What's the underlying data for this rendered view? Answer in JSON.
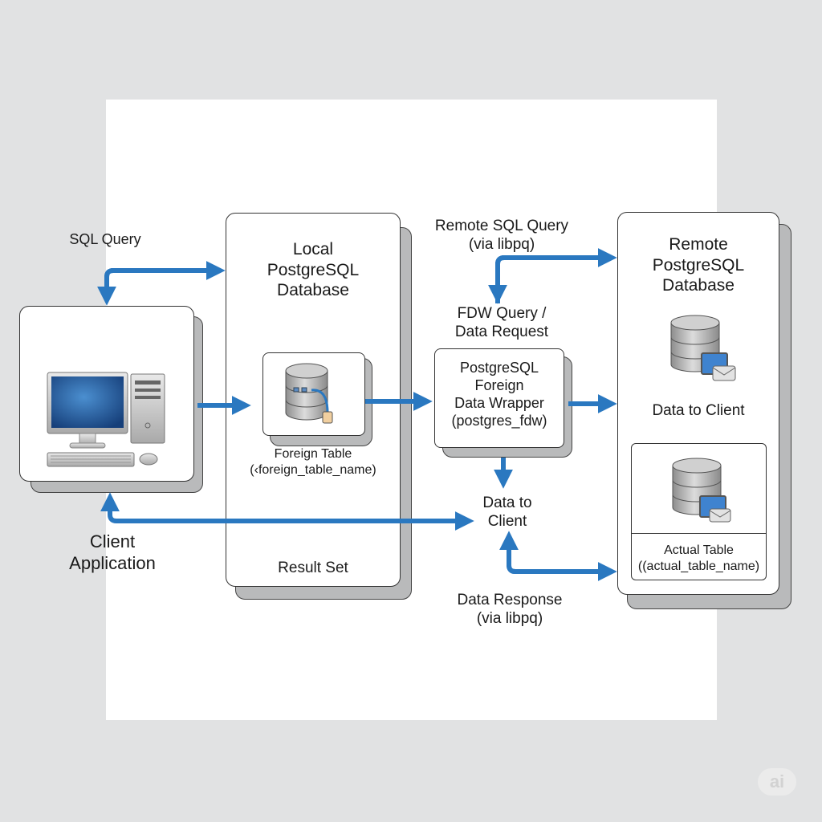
{
  "diagram": {
    "labels": {
      "sql_query": "SQL Query",
      "client_application": "Client\nApplication",
      "local_db_title": "Local\nPostgreSQL\nDatabase",
      "foreign_table": "Foreign Table\n(‹foreign_table_name)",
      "result_set": "Result Set",
      "remote_sql_query": "Remote SQL Query\n(via libpq)",
      "fdw_query": "FDW Query /\nData Request",
      "fdw_box": "PostgreSQL\nForeign\nData Wrapper\n(postgres_fdw)",
      "data_to_client_mid": "Data to\nClient",
      "data_response": "Data Response\n(via libpq)",
      "remote_db_title": "Remote\nPostgreSQL\nDatabase",
      "data_to_client_remote": "Data to Client",
      "actual_table": "Actual Table\n((actual_table_name)"
    },
    "icons": {
      "client": "desktop-computer-icon",
      "foreign_table": "database-plug-icon",
      "remote_db": "database-monitor-icon",
      "actual_table": "database-monitor-icon"
    },
    "colors": {
      "arrow": "#2a78c0",
      "background": "#e1e2e3",
      "panel": "#ffffff",
      "shadow": "#b9babb"
    },
    "watermark": "ai"
  }
}
